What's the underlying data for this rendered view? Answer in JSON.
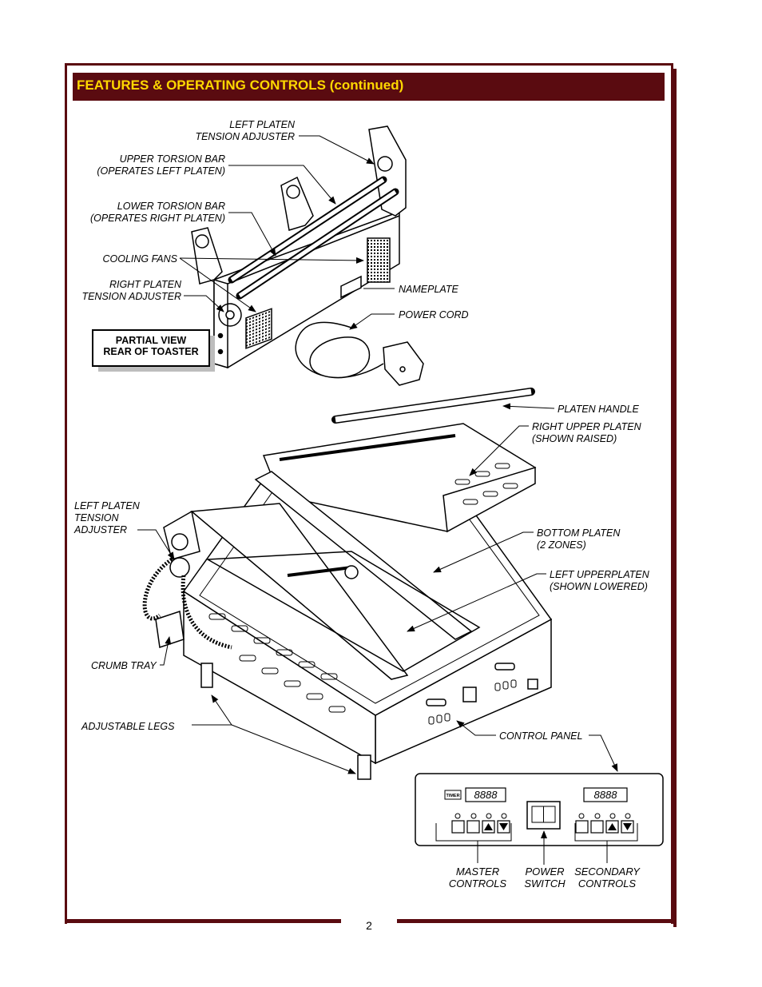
{
  "header": {
    "title": "FEATURES & OPERATING CONTROLS (continued)"
  },
  "colors": {
    "frame": "#5a0b10",
    "title_text": "#ffd800"
  },
  "labels_rear": {
    "left_platen_tension_1": "LEFT PLATEN",
    "left_platen_tension_2": "TENSION ADJUSTER",
    "upper_torsion_1": "UPPER TORSION BAR",
    "upper_torsion_2": "(OPERATES LEFT PLATEN)",
    "lower_torsion_1": "LOWER TORSION BAR",
    "lower_torsion_2": "(OPERATES RIGHT PLATEN)",
    "cooling_fans": "COOLING FANS",
    "right_platen_tension_1": "RIGHT PLATEN",
    "right_platen_tension_2": "TENSION ADJUSTER",
    "nameplate": "NAMEPLATE",
    "power_cord": "POWER CORD",
    "partial_view_1": "PARTIAL VIEW",
    "partial_view_2": "REAR OF TOASTER"
  },
  "labels_front": {
    "platen_handle": "PLATEN HANDLE",
    "right_upper_1": "RIGHT UPPER PLATEN",
    "right_upper_2": "(SHOWN RAISED)",
    "left_tension_1": "LEFT PLATEN",
    "left_tension_2": "TENSION",
    "left_tension_3": "ADJUSTER",
    "bottom_platen_1": "BOTTOM PLATEN",
    "bottom_platen_2": "(2 ZONES)",
    "left_upper_1": "LEFT UPPERPLATEN",
    "left_upper_2": "(SHOWN LOWERED)",
    "crumb_tray": "CRUMB TRAY",
    "adjustable_legs": "ADJUSTABLE LEGS",
    "control_panel": "CONTROL PANEL"
  },
  "control_panel": {
    "timer_label": "TIMER",
    "display_master": "8888",
    "display_secondary": "8888",
    "master_1": "MASTER",
    "master_2": "CONTROLS",
    "power_1": "POWER",
    "power_2": "SWITCH",
    "secondary_1": "SECONDARY",
    "secondary_2": "CONTROLS"
  },
  "footer": {
    "page_number": "2"
  }
}
